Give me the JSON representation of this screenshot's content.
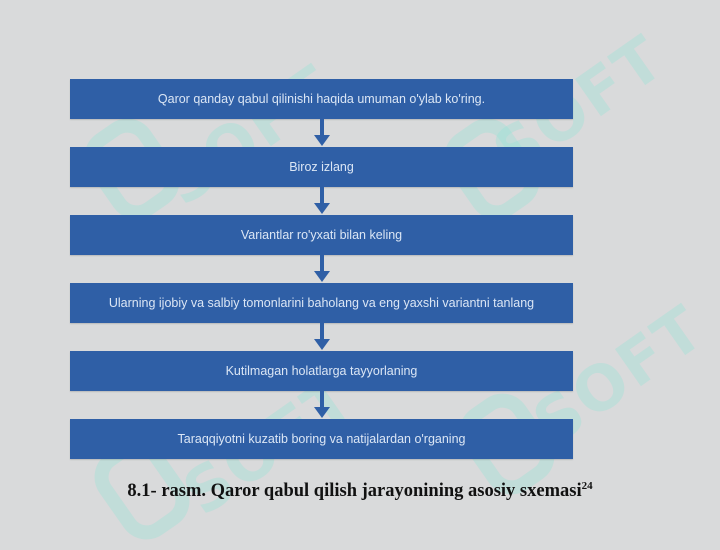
{
  "watermark": {
    "text": "SOFT"
  },
  "steps": [
    "Qaror qanday qabul qilinishi haqida umuman o'ylab ko'ring.",
    "Biroz izlang",
    "Variantlar ro'yxati bilan keling",
    "Ularning ijobiy va salbiy tomonlarini baholang va eng yaxshi variantni tanlang",
    "Kutilmagan holatlarga tayyorlaning",
    "Taraqqiyotni kuzatib boring va natijalardan o'rganing"
  ],
  "caption": {
    "text": "8.1- rasm. Qaror qabul qilish jarayonining asosiy sxemasi",
    "footnote": "24"
  },
  "colors": {
    "box": "#2f5fa6",
    "arrow": "#2f5fa6",
    "background": "#d9dadb"
  }
}
